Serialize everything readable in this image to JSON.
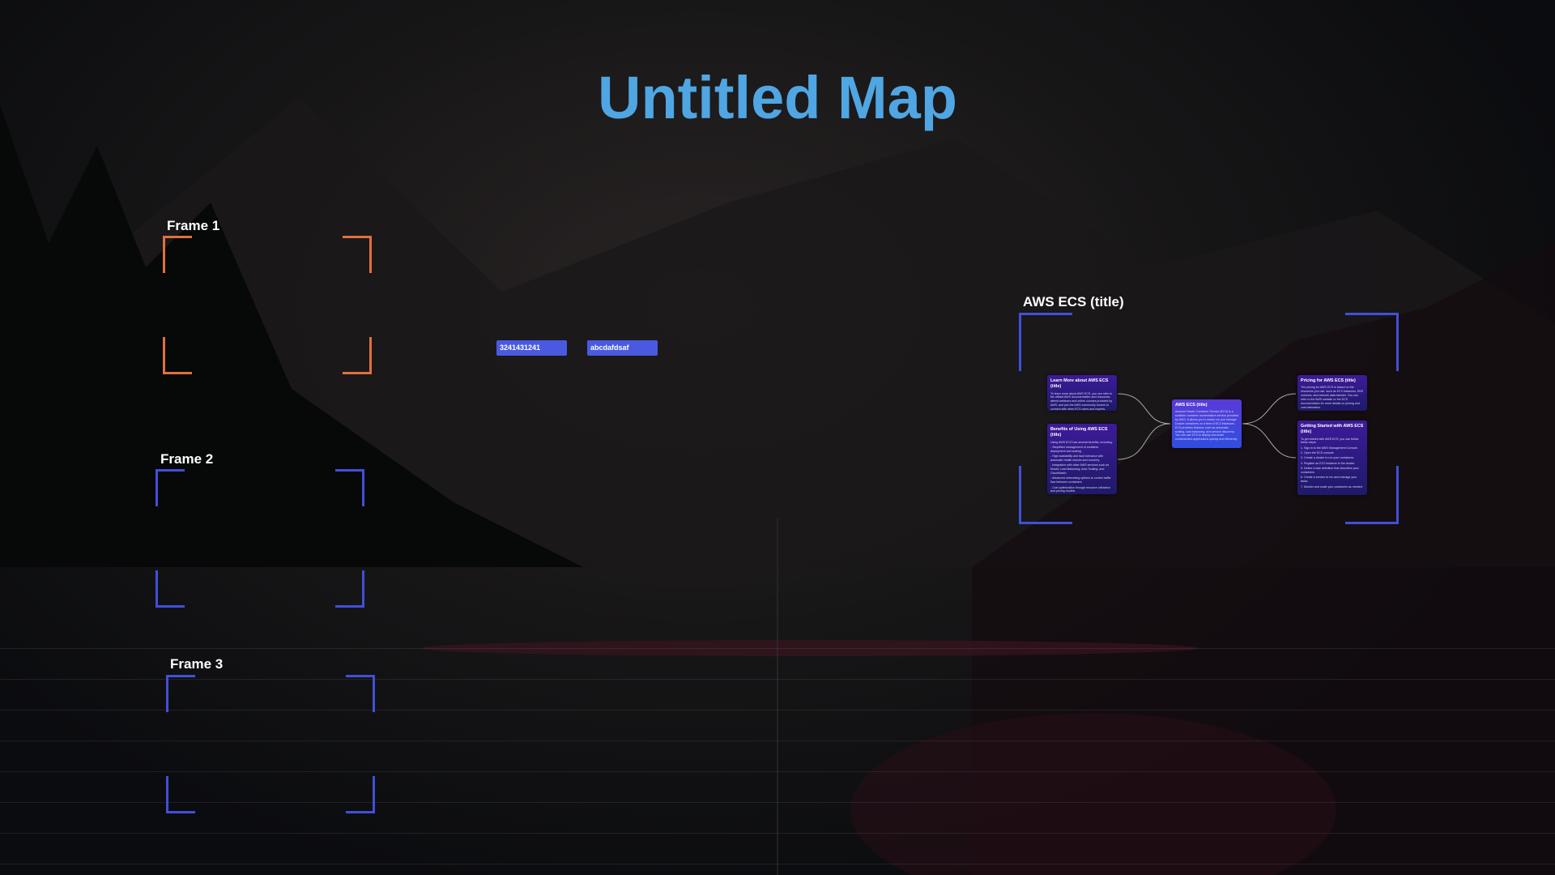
{
  "title": "Untitled Map",
  "frames": [
    {
      "label": "Frame 1",
      "color": "#e07040"
    },
    {
      "label": "Frame 2",
      "color": "#4050d8"
    },
    {
      "label": "Frame 3",
      "color": "#4050d8"
    },
    {
      "label": "AWS ECS (title)",
      "color": "#4050d8"
    }
  ],
  "tags": [
    "3241431241",
    "abcdafdsaf"
  ],
  "cards": {
    "learn": {
      "title": "Learn More about AWS ECS (title)",
      "body": "To learn more about AWS ECS, you can refer to the official AWS documentation and resources, attend webinars and online courses provided by AWS, and join the AWS community forums to connect with other ECS users and experts."
    },
    "benefits": {
      "title": "Benefits of Using AWS ECS (title)",
      "items": [
        "Using AWS ECS has several benefits, including:",
        "- Simplified management of container deployment and scaling.",
        "- High availability and fault tolerance with automatic health checks and recovery.",
        "- Integration with other AWS services such as Elastic Load Balancing, Auto Scaling, and CloudWatch.",
        "- Advanced networking options to control traffic flow between containers.",
        "- Cost optimization through resource utilization and pricing models."
      ]
    },
    "center": {
      "title": "AWS ECS (title)",
      "body": "Amazon Elastic Container Service (ECS) is a scalable container orchestration service provided by AWS. It allows you to easily run and manage Docker containers on a fleet of EC2 instances. ECS provides features such as automatic scaling, load balancing, and service discovery. You can use ECS to deploy and scale containerized applications quickly and efficiently."
    },
    "pricing": {
      "title": "Pricing for AWS ECS (title)",
      "body": "The pricing for AWS ECS is based on the resources you use, such as EC2 instances, EBS volumes, and network data transfer. You can refer to the AWS website or the ECS documentation for more details on pricing and cost estimation."
    },
    "started": {
      "title": "Getting Started with AWS ECS (title)",
      "items": [
        "To get started with AWS ECS, you can follow these steps:",
        "1. Sign in to the AWS Management Console.",
        "2. Open the ECS console.",
        "3. Create a cluster to run your containers.",
        "4. Register an EC2 instance to the cluster.",
        "5. Define a task definition that describes your containers.",
        "6. Create a service to run and manage your tasks.",
        "7. Monitor and scale your containers as needed."
      ]
    }
  }
}
